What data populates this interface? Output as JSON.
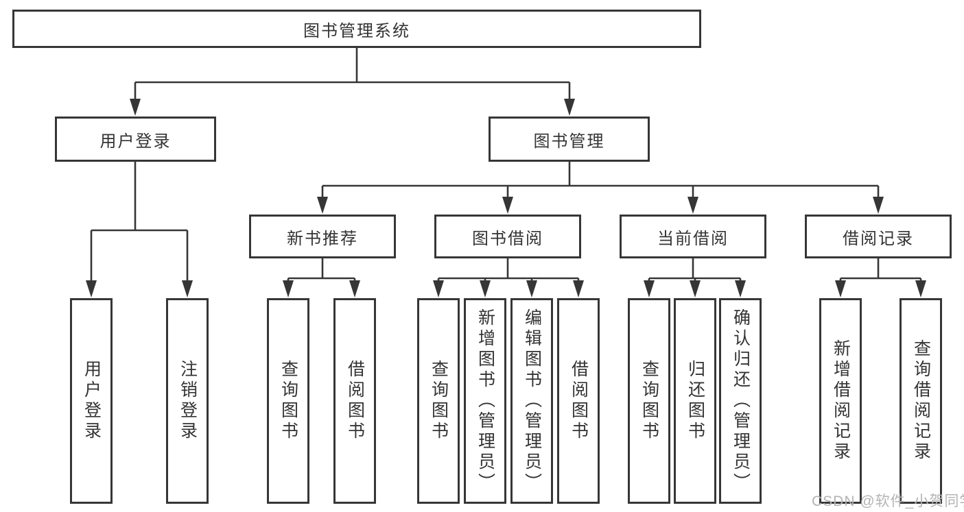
{
  "diagram": {
    "root": {
      "label": "图书管理系统"
    },
    "level1": [
      {
        "id": "user-login",
        "label": "用户登录"
      },
      {
        "id": "book-management",
        "label": "图书管理"
      }
    ],
    "level2": [
      {
        "id": "new-book-recommend",
        "label": "新书推荐"
      },
      {
        "id": "book-borrow",
        "label": "图书借阅"
      },
      {
        "id": "current-borrow",
        "label": "当前借阅"
      },
      {
        "id": "borrow-records",
        "label": "借阅记录"
      }
    ],
    "leaves": [
      {
        "id": "user-login-leaf",
        "label": "用户登录"
      },
      {
        "id": "logout",
        "label": "注销登录"
      },
      {
        "id": "query-books-recommend",
        "label": "查询图书"
      },
      {
        "id": "borrow-books-recommend",
        "label": "借阅图书"
      },
      {
        "id": "query-books-borrow",
        "label": "查询图书"
      },
      {
        "id": "add-books-admin",
        "label": "新增图书（管理员）"
      },
      {
        "id": "edit-books-admin",
        "label": "编辑图书（管理员）"
      },
      {
        "id": "borrow-books",
        "label": "借阅图书"
      },
      {
        "id": "query-books-current",
        "label": "查询图书"
      },
      {
        "id": "return-books",
        "label": "归还图书"
      },
      {
        "id": "confirm-return-admin",
        "label": "确认归还（管理员）"
      },
      {
        "id": "add-borrow-record",
        "label": "新增借阅记录"
      },
      {
        "id": "query-borrow-record",
        "label": "查询借阅记录"
      }
    ]
  },
  "watermark": {
    "text": "CSDN @软件_小贺同学"
  },
  "colors": {
    "line": "#363636",
    "text": "#333333",
    "watermark": "#b3b3b3",
    "background": "#ffffff"
  }
}
